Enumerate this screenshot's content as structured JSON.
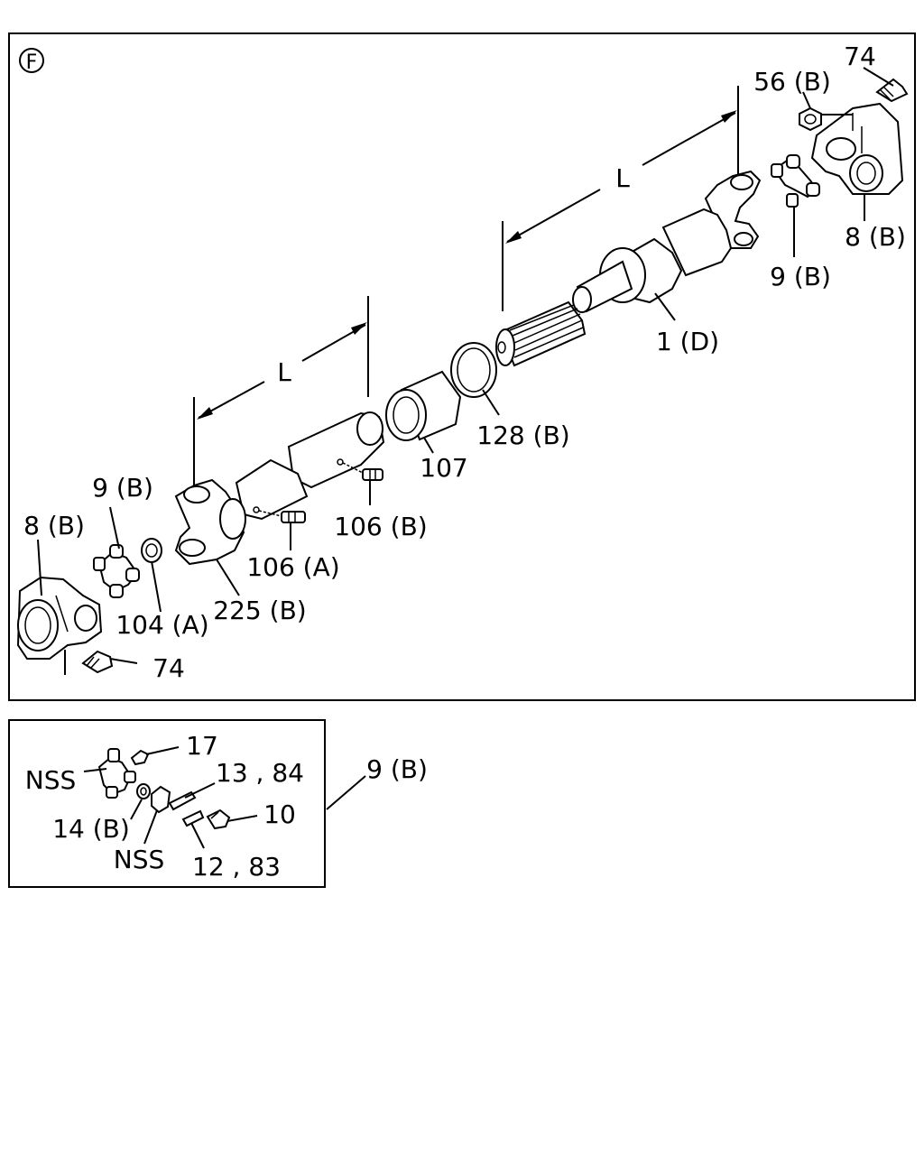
{
  "diagram": {
    "section_marker": "F",
    "main_labels": {
      "l_upper": "L",
      "l_lower": "L",
      "p74_top": "74",
      "p56b": "56 (B)",
      "p8b_right": "8 (B)",
      "p9b_right": "9 (B)",
      "p1d": "1 (D)",
      "p128b": "128 (B)",
      "p107": "107",
      "p106b": "106 (B)",
      "p106a": "106 (A)",
      "p225b": "225 (B)",
      "p104a": "104 (A)",
      "p9b_left": "9 (B)",
      "p8b_left": "8 (B)",
      "p74_bottom": "74"
    },
    "detail_labels": {
      "p17": "17",
      "nss_top": "NSS",
      "p13_84": "13 , 84",
      "p10": "10",
      "p14b": "14 (B)",
      "nss_bottom": "NSS",
      "p12_83": "12 , 83",
      "ref_9b": "9 (B)"
    }
  }
}
